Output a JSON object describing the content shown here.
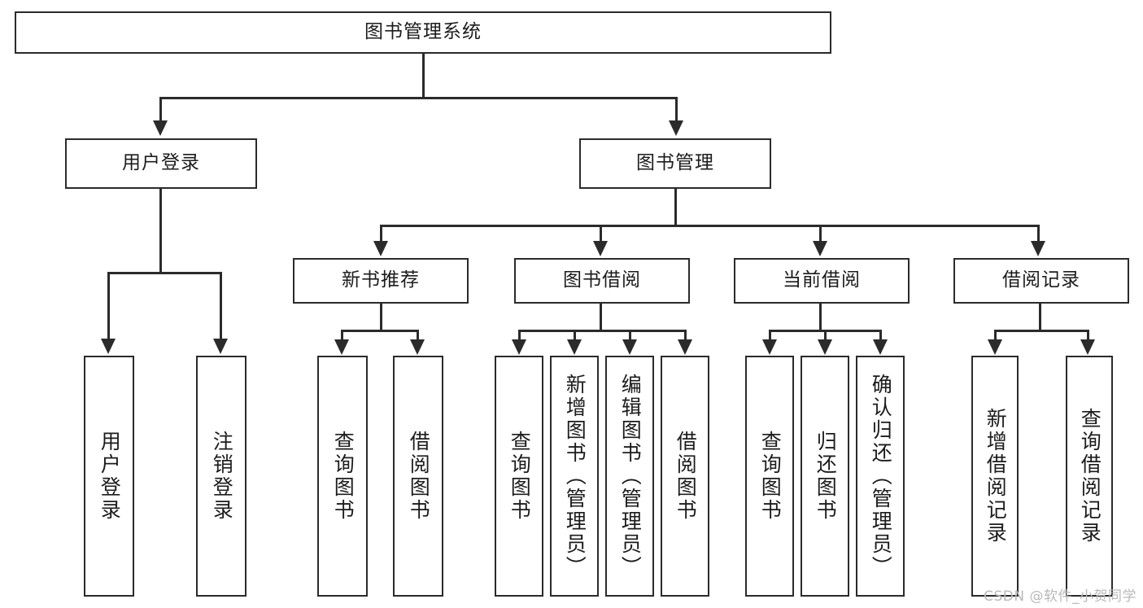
{
  "diagram": {
    "type": "tree",
    "title": "图书管理系统",
    "root": {
      "id": "root",
      "label": "图书管理系统",
      "orientation": "horizontal"
    },
    "level2": [
      {
        "id": "user-login",
        "label": "用户登录",
        "orientation": "horizontal"
      },
      {
        "id": "book-manage",
        "label": "图书管理",
        "orientation": "horizontal"
      }
    ],
    "level3": [
      {
        "id": "new-book-recommend",
        "label": "新书推荐",
        "orientation": "horizontal",
        "parent": "book-manage"
      },
      {
        "id": "book-borrow",
        "label": "图书借阅",
        "orientation": "horizontal",
        "parent": "book-manage"
      },
      {
        "id": "current-borrow",
        "label": "当前借阅",
        "orientation": "horizontal",
        "parent": "book-manage"
      },
      {
        "id": "borrow-record",
        "label": "借阅记录",
        "orientation": "horizontal",
        "parent": "book-manage"
      }
    ],
    "leaves": [
      {
        "id": "leaf-user-login",
        "label": "用户登录",
        "orientation": "vertical",
        "parent": "user-login"
      },
      {
        "id": "leaf-logout",
        "label": "注销登录",
        "orientation": "vertical",
        "parent": "user-login"
      },
      {
        "id": "leaf-query-book-1",
        "label": "查询图书",
        "orientation": "vertical",
        "parent": "new-book-recommend"
      },
      {
        "id": "leaf-borrow-book-1",
        "label": "借阅图书",
        "orientation": "vertical",
        "parent": "new-book-recommend"
      },
      {
        "id": "leaf-query-book-2",
        "label": "查询图书",
        "orientation": "vertical",
        "parent": "book-borrow"
      },
      {
        "id": "leaf-add-book",
        "label": "新增图书（管理员）",
        "orientation": "vertical",
        "parent": "book-borrow"
      },
      {
        "id": "leaf-edit-book",
        "label": "编辑图书（管理员）",
        "orientation": "vertical",
        "parent": "book-borrow"
      },
      {
        "id": "leaf-borrow-book-2",
        "label": "借阅图书",
        "orientation": "vertical",
        "parent": "book-borrow"
      },
      {
        "id": "leaf-query-book-3",
        "label": "查询图书",
        "orientation": "vertical",
        "parent": "current-borrow"
      },
      {
        "id": "leaf-return-book",
        "label": "归还图书",
        "orientation": "vertical",
        "parent": "current-borrow"
      },
      {
        "id": "leaf-confirm-return",
        "label": "确认归还（管理员）",
        "orientation": "vertical",
        "parent": "current-borrow"
      },
      {
        "id": "leaf-add-record",
        "label": "新增借阅记录",
        "orientation": "vertical",
        "parent": "borrow-record"
      },
      {
        "id": "leaf-query-record",
        "label": "查询借阅记录",
        "orientation": "vertical",
        "parent": "borrow-record"
      }
    ],
    "colors": {
      "stroke": "#2b2b2b",
      "fill": "#ffffff",
      "text": "#1c1c1c",
      "watermark": "#b9b9b9"
    }
  },
  "watermark": {
    "text": "CSDN @软件_小贺同学"
  }
}
